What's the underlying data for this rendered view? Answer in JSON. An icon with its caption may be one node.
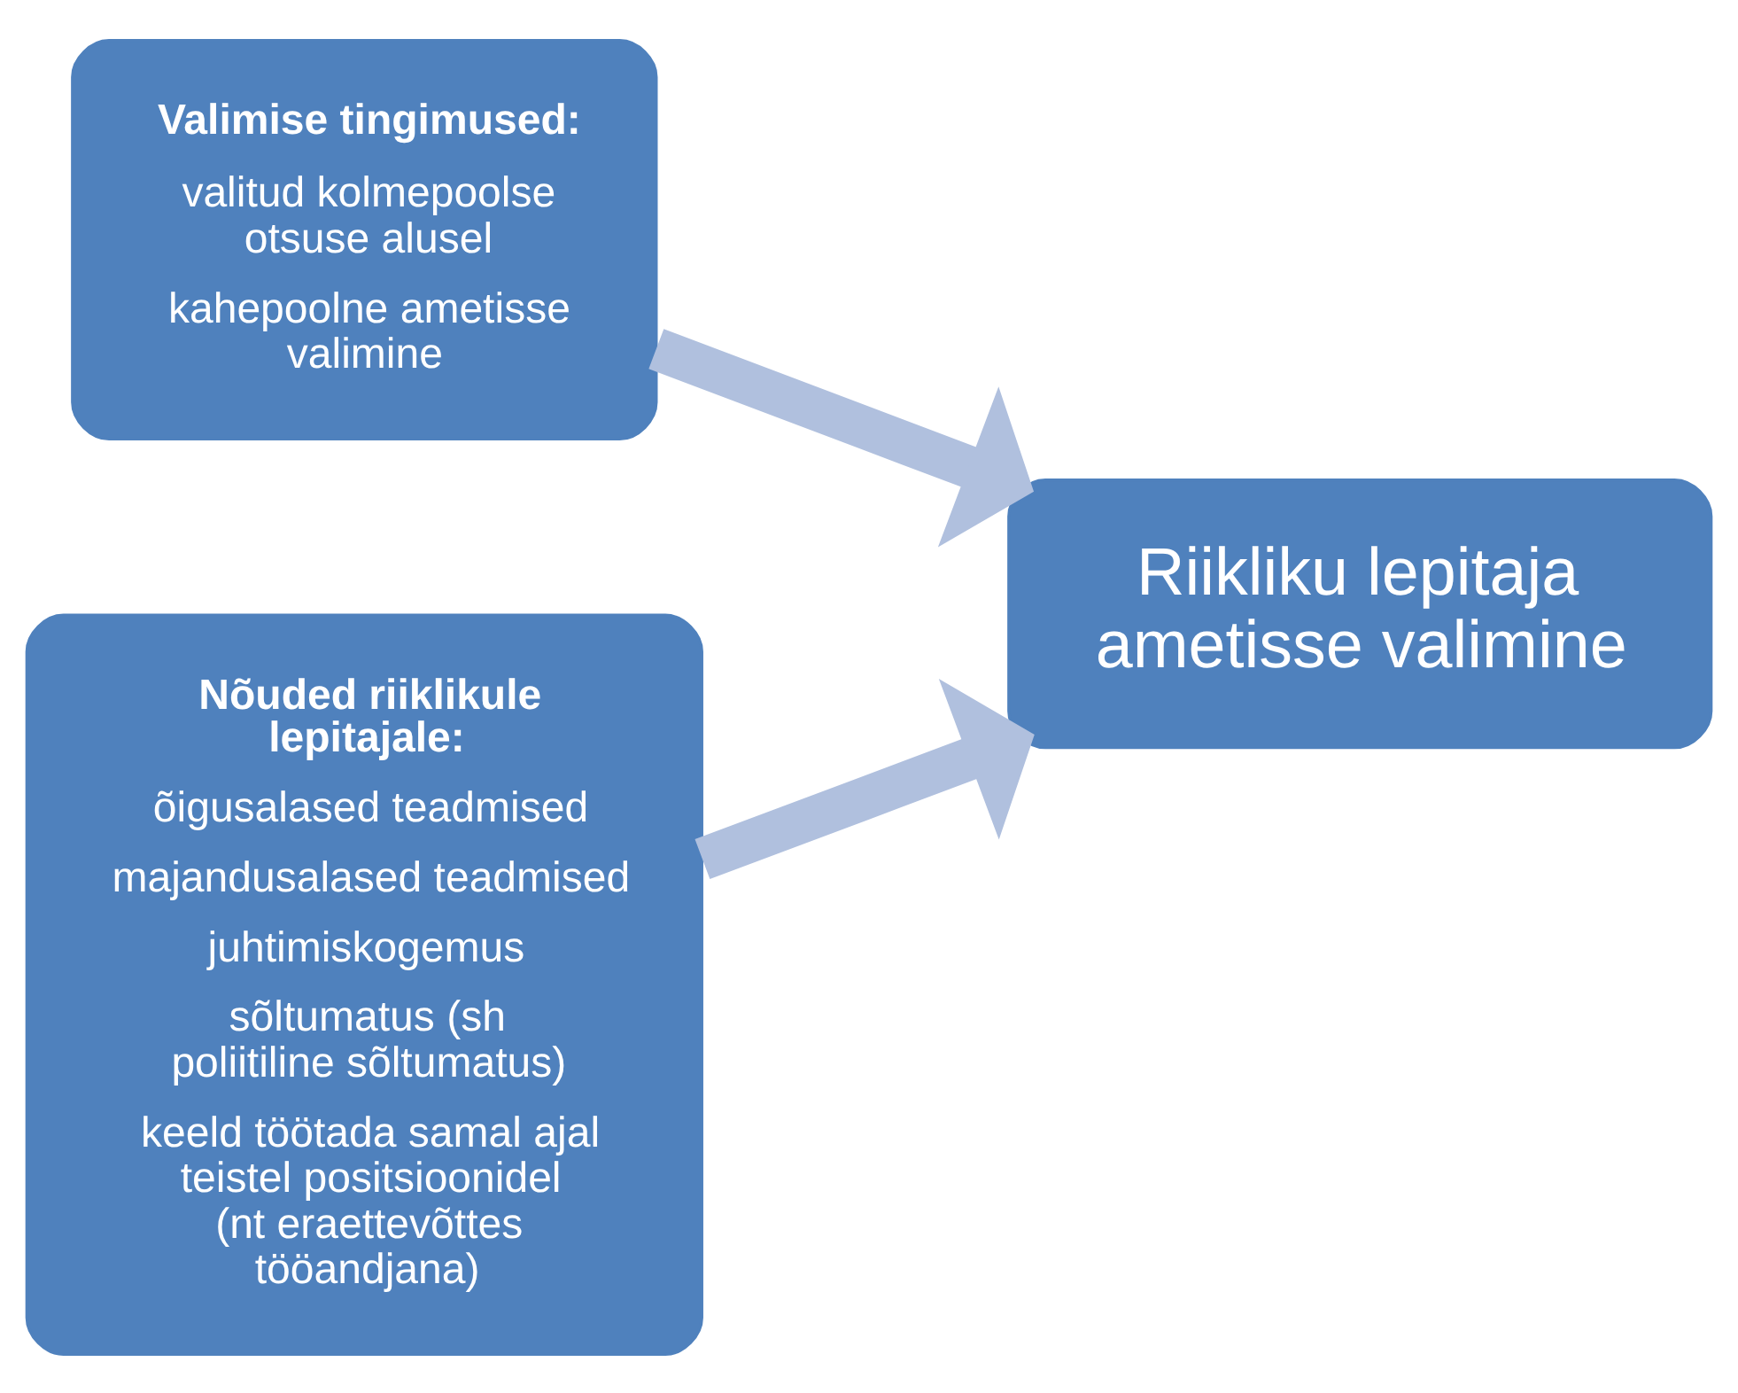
{
  "diagram": {
    "nodes": [
      {
        "text": [
          "Valimise tingimused:",
          "valitud kolmepoolse otsuse alusel",
          "kahepoolne ametisse valimine"
        ]
      },
      {
        "text": [
          "Nõuded riiklikule lepitajale:",
          "õigusalased teadmised",
          "majandusalased teadmised",
          "juhtimiskogemus",
          "sõltumatus (sh poliitiline sõltumatus)",
          "keeld töötada samal ajal teistel positsioonidel (nt eraettevõttes tööandjana)"
        ]
      },
      {
        "text": [
          "Riikliku lepitaja ametisse valimine"
        ]
      }
    ],
    "edges": [
      {
        "from": 0,
        "to": 2,
        "arrow": "to"
      },
      {
        "from": 1,
        "to": 2,
        "arrow": "to"
      }
    ]
  }
}
